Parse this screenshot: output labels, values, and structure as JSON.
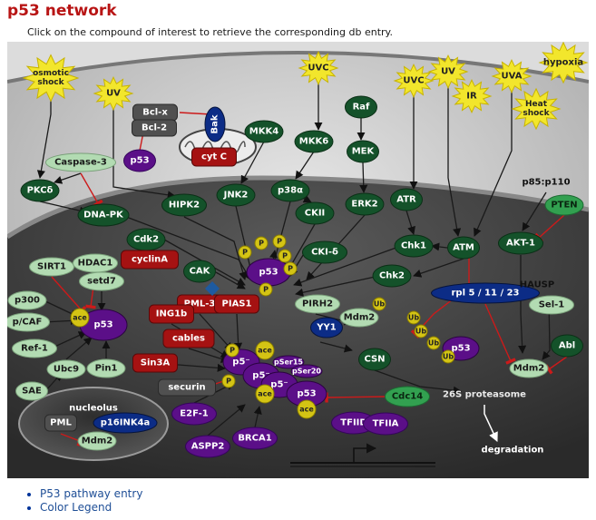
{
  "page": {
    "title": "p53 network",
    "subtitle": "Click on the compound of interest to retrieve the corresponding db entry."
  },
  "links": [
    {
      "label": "P53 pathway entry"
    },
    {
      "label": "Color Legend"
    }
  ],
  "colors": {
    "title": "#b81414",
    "dark_green": "#14522a",
    "light_green": "#b2dbb2",
    "purple": "#5b0f88",
    "red": "#a51212",
    "dark_gray": "#505050",
    "blue": "#0c2c86",
    "teal": "#32a050",
    "yellow": "#d4c414",
    "star": "#f2e62c",
    "arrow": "#1a1a1a",
    "inhibit": "#cc1a1a"
  },
  "diagram": {
    "nodes": [
      {
        "id": "osmotic-shock",
        "label": "osmotic\nshock",
        "kind": "star"
      },
      {
        "id": "uv-1",
        "label": "UV",
        "kind": "star"
      },
      {
        "id": "uvc-1",
        "label": "UVC",
        "kind": "star"
      },
      {
        "id": "uvc-2",
        "label": "UVC",
        "kind": "star"
      },
      {
        "id": "uv-2",
        "label": "UV",
        "kind": "star"
      },
      {
        "id": "ir",
        "label": "IR",
        "kind": "star"
      },
      {
        "id": "uva",
        "label": "UVA",
        "kind": "star"
      },
      {
        "id": "hypoxia",
        "label": "hypoxia",
        "kind": "star"
      },
      {
        "id": "heat-shock",
        "label": "Heat\nshock",
        "kind": "star"
      },
      {
        "id": "bcl-x",
        "label": "Bcl-x",
        "kind": "gray-rect"
      },
      {
        "id": "bcl-2",
        "label": "Bcl-2",
        "kind": "gray-rect"
      },
      {
        "id": "bak",
        "label": "Bak",
        "kind": "blue-oval"
      },
      {
        "id": "cyt-c",
        "label": "cyt C",
        "kind": "red-rect"
      },
      {
        "id": "p53-mito",
        "label": "p53",
        "kind": "purple"
      },
      {
        "id": "caspase-3",
        "label": "Caspase-3",
        "kind": "light"
      },
      {
        "id": "pkcd",
        "label": "PKCδ",
        "kind": "green"
      },
      {
        "id": "dna-pk",
        "label": "DNA-PK",
        "kind": "green"
      },
      {
        "id": "hipk2",
        "label": "HIPK2",
        "kind": "green"
      },
      {
        "id": "mkk4",
        "label": "MKK4",
        "kind": "green"
      },
      {
        "id": "mkk6",
        "label": "MKK6",
        "kind": "green"
      },
      {
        "id": "raf",
        "label": "Raf",
        "kind": "green"
      },
      {
        "id": "mek",
        "label": "MEK",
        "kind": "green"
      },
      {
        "id": "jnk2",
        "label": "JNK2",
        "kind": "green"
      },
      {
        "id": "p38a",
        "label": "p38α",
        "kind": "green"
      },
      {
        "id": "ckii",
        "label": "CKII",
        "kind": "green"
      },
      {
        "id": "erk2",
        "label": "ERK2",
        "kind": "green"
      },
      {
        "id": "atr",
        "label": "ATR",
        "kind": "green"
      },
      {
        "id": "p85-p110",
        "label": "p85:p110",
        "kind": "text"
      },
      {
        "id": "pten",
        "label": "PTEN",
        "kind": "teal"
      },
      {
        "id": "akt-1",
        "label": "AKT-1",
        "kind": "green"
      },
      {
        "id": "cdk2",
        "label": "Cdk2",
        "kind": "green"
      },
      {
        "id": "cyclin-a",
        "label": "cyclinA",
        "kind": "red-rect"
      },
      {
        "id": "cak",
        "label": "CAK",
        "kind": "green"
      },
      {
        "id": "cki-d",
        "label": "CKI-δ",
        "kind": "green"
      },
      {
        "id": "chk1",
        "label": "Chk1",
        "kind": "green"
      },
      {
        "id": "atm",
        "label": "ATM",
        "kind": "green"
      },
      {
        "id": "chk2",
        "label": "Chk2",
        "kind": "green"
      },
      {
        "id": "sirt1",
        "label": "SIRT1",
        "kind": "light"
      },
      {
        "id": "hdac1",
        "label": "HDAC1",
        "kind": "light"
      },
      {
        "id": "setd7",
        "label": "setd7",
        "kind": "light"
      },
      {
        "id": "p300",
        "label": "p300",
        "kind": "light"
      },
      {
        "id": "pcaf",
        "label": "p/CAF",
        "kind": "light"
      },
      {
        "id": "ref-1",
        "label": "Ref-1",
        "kind": "light"
      },
      {
        "id": "ubc9",
        "label": "Ubc9",
        "kind": "light"
      },
      {
        "id": "pin1",
        "label": "Pin1",
        "kind": "light"
      },
      {
        "id": "sae",
        "label": "SAE",
        "kind": "light"
      },
      {
        "id": "pml-3",
        "label": "PML-3",
        "kind": "red-rect"
      },
      {
        "id": "pias1",
        "label": "PIAS1",
        "kind": "red-rect"
      },
      {
        "id": "ing1b",
        "label": "ING1b",
        "kind": "red-rect"
      },
      {
        "id": "cables",
        "label": "cables",
        "kind": "red-rect"
      },
      {
        "id": "sin3a",
        "label": "Sin3A",
        "kind": "red-rect"
      },
      {
        "id": "securin",
        "label": "securin",
        "kind": "gray-rect"
      },
      {
        "id": "e2f-1",
        "label": "E2F-1",
        "kind": "purple"
      },
      {
        "id": "aspp2",
        "label": "ASPP2",
        "kind": "purple"
      },
      {
        "id": "brca1",
        "label": "BRCA1",
        "kind": "purple"
      },
      {
        "id": "pirh2",
        "label": "PIRH2",
        "kind": "light"
      },
      {
        "id": "yy1",
        "label": "YY1",
        "kind": "blue-oval"
      },
      {
        "id": "mdm2-center",
        "label": "Mdm2",
        "kind": "light"
      },
      {
        "id": "csn",
        "label": "CSN",
        "kind": "green"
      },
      {
        "id": "rpl",
        "label": "rpl 5 / 11 / 23",
        "kind": "blue-oval"
      },
      {
        "id": "hausp",
        "label": "HAUSP",
        "kind": "text"
      },
      {
        "id": "sel-1",
        "label": "Sel-1",
        "kind": "light"
      },
      {
        "id": "abl",
        "label": "Abl",
        "kind": "green"
      },
      {
        "id": "mdm2-right",
        "label": "Mdm2",
        "kind": "light"
      },
      {
        "id": "cdc14",
        "label": "Cdc14",
        "kind": "teal"
      },
      {
        "id": "proteasome",
        "label": "26S proteasome",
        "kind": "text-light"
      },
      {
        "id": "degradation",
        "label": "degradation",
        "kind": "text-white"
      },
      {
        "id": "tfiid",
        "label": "TFIID",
        "kind": "purple"
      },
      {
        "id": "tfiia",
        "label": "TFIIA",
        "kind": "purple"
      },
      {
        "id": "nucleolus",
        "label": "nucleolus",
        "kind": "text-white"
      },
      {
        "id": "pml",
        "label": "PML",
        "kind": "gray-rect"
      },
      {
        "id": "p16ink4a",
        "label": "p16INK4a",
        "kind": "blue-oval"
      },
      {
        "id": "mdm2-nucleolus",
        "label": "Mdm2",
        "kind": "light"
      }
    ],
    "p53_labels": {
      "hub": "p53",
      "left": "p53",
      "ub": "p53",
      "c1": "p5⁻",
      "c2": "p5⁻",
      "c3": "p5⁻",
      "c4": "p53"
    },
    "markers": {
      "phospho": "P",
      "acetyl": "ace",
      "ubiquitin": "Ub",
      "pSer15": "pSer15",
      "pSer20": "pSer20"
    }
  }
}
